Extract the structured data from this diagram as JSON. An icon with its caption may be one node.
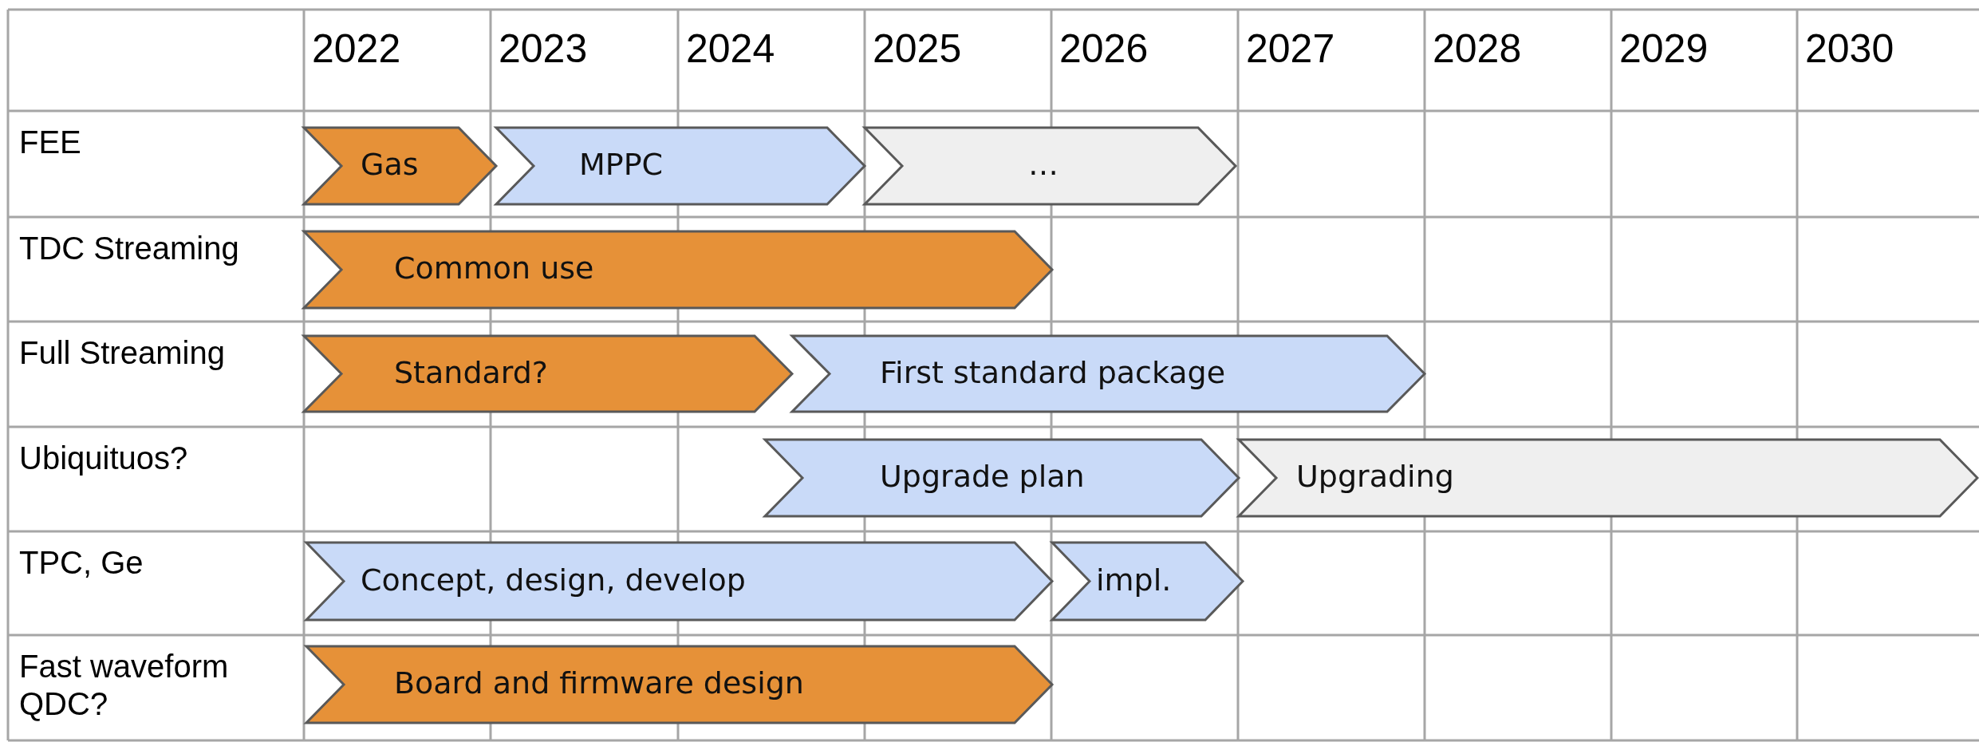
{
  "diagram": {
    "nodes": [
      {
        "text": [
          "Gas"
        ]
      },
      {
        "text": [
          "MPPC"
        ]
      },
      {
        "text": [
          "…"
        ]
      },
      {
        "text": [
          "Common use"
        ]
      },
      {
        "text": [
          "Standard?"
        ]
      },
      {
        "text": [
          "First standard package"
        ]
      },
      {
        "text": [
          "Upgrade plan"
        ]
      },
      {
        "text": [
          "Upgrading"
        ]
      },
      {
        "text": [
          "Concept, design, develop"
        ]
      },
      {
        "text": [
          "impl."
        ]
      },
      {
        "text": [
          "Board and firmware design"
        ]
      }
    ],
    "labels": [
      "2022",
      "2023",
      "2024",
      "2025",
      "2026",
      "2027",
      "2028",
      "2029",
      "2030",
      "FEE",
      "TDC Streaming",
      "Full Streaming",
      "Ubiquituos?",
      "TPC, Ge",
      "Fast waveform QDC?"
    ]
  }
}
